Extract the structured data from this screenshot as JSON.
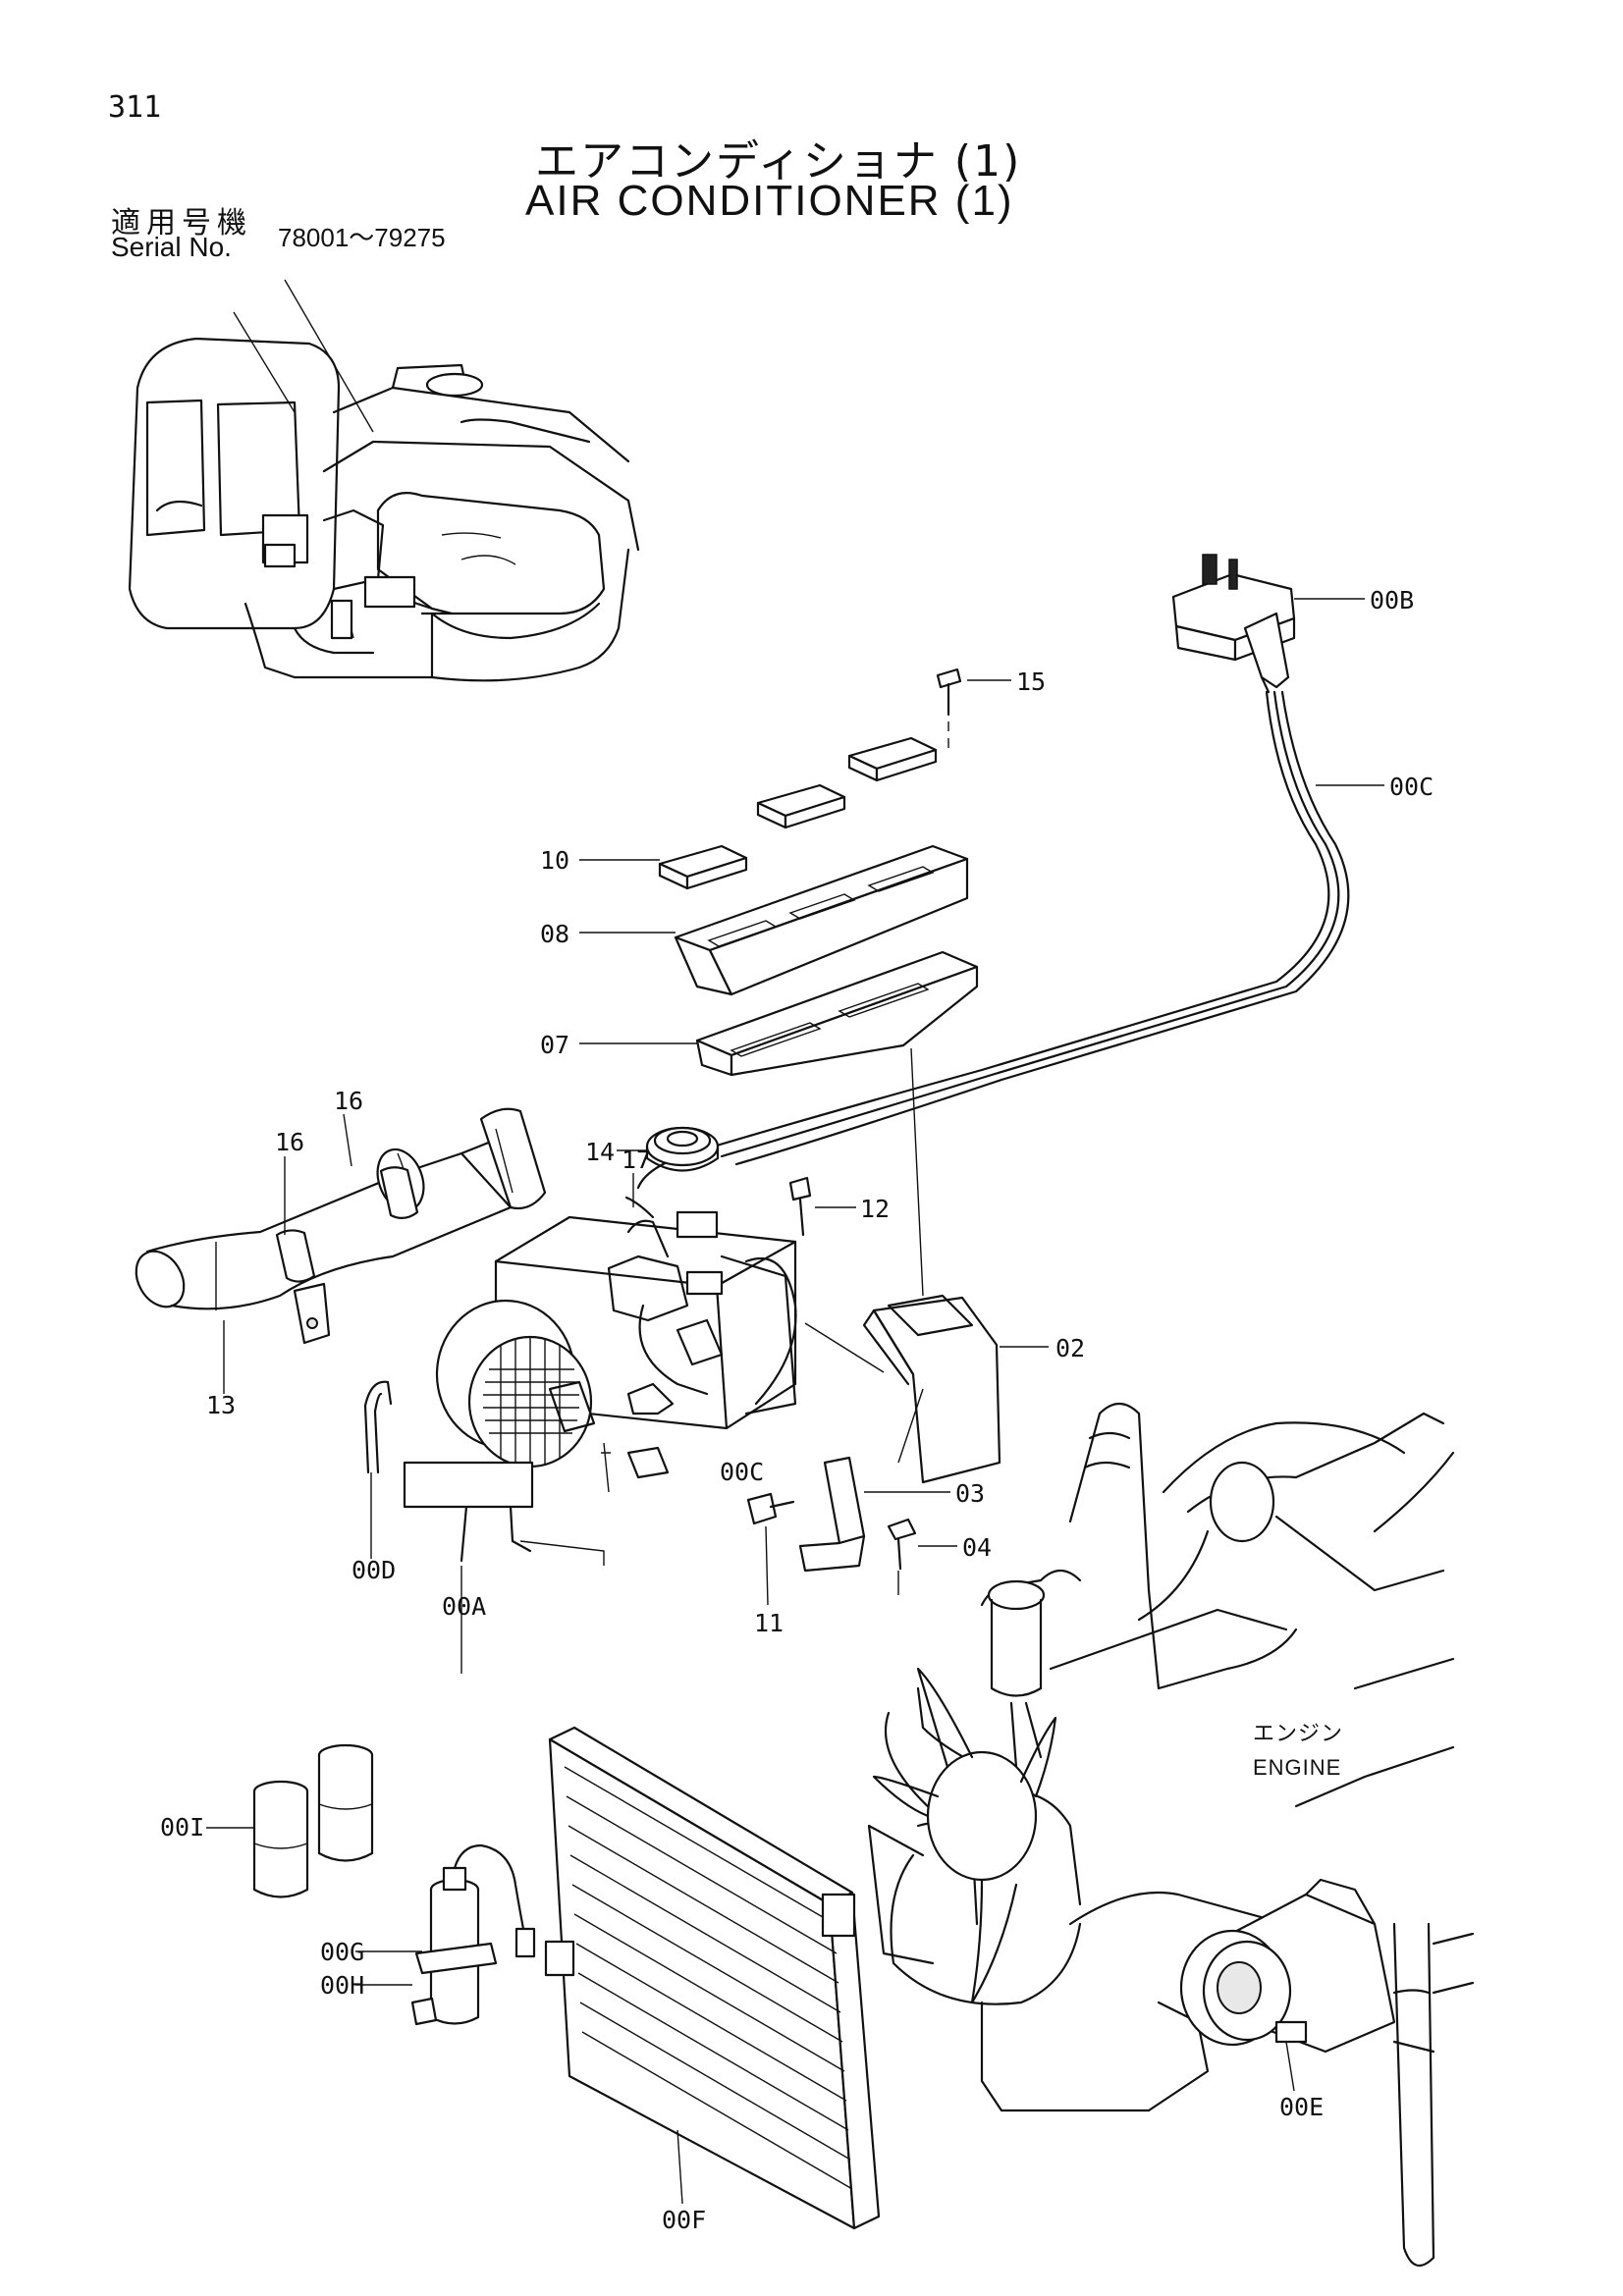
{
  "page_number": "311",
  "title": {
    "ja": "エアコンディショナ (1)",
    "en": "AIR CONDITIONER (1)"
  },
  "serial": {
    "label_ja": "適用号機",
    "label_en": "Serial No.",
    "range": "78001～79275"
  },
  "engine_caption": {
    "ja": "エンジン",
    "en": "ENGINE"
  },
  "callouts": {
    "c00B": "00B",
    "c00C_top": "00C",
    "c15": "15",
    "c10": "10",
    "c08": "08",
    "c07": "07",
    "c14": "14",
    "c16a": "16",
    "c16b": "16",
    "c17": "17",
    "c12": "12",
    "c02": "02",
    "c13": "13",
    "c00C_mid": "00C",
    "c03": "03",
    "c04": "04",
    "c00D": "00D",
    "c00A": "00A",
    "c11": "11",
    "c00I": "00I",
    "c00G": "00G",
    "c00H": "00H",
    "c00F": "00F",
    "c00E": "00E"
  }
}
